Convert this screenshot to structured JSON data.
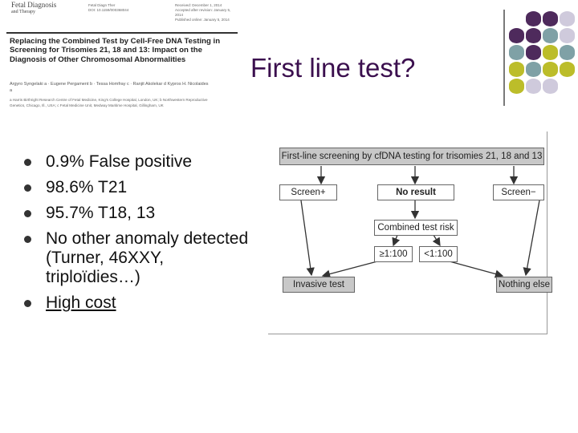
{
  "slide": {
    "title": "First line test?",
    "bullets": [
      "0.9% False positive",
      "98.6% T21",
      "95.7% T18, 13",
      "No other anomaly detected (Turner, 46XXY, triploïdies…)",
      "High cost"
    ]
  },
  "paper": {
    "journal_name": "Fetal Diagnosis",
    "journal_sub": "and Therapy",
    "meta_line1": "Fetal Diagn Ther",
    "meta_line2": "DOI: 10.1159/000368044",
    "date_line1": "Received: December 1, 2014",
    "date_line2": "Accepted after revision: January 5, 2014",
    "date_line3": "Published online: January 5, 2014",
    "title": "Replacing the Combined Test by Cell-Free DNA Testing in Screening for Trisomies 21, 18 and 13: Impact on the Diagnosis of Other Chromosomal Abnormalities",
    "authors": "Argyro Syngelaki a · Eugene Pergament b · Tessa Homfray c · Ranjit Akolekar d Kypros H. Nicolaides a",
    "affiliations": "a Harris Birthright Research Centre of Fetal Medicine, King's College Hospital, London, UK; b Northwestern Reproductive Genetics, Chicago, Ill., USA; c Fetal Medicine Unit, Medway Maritime Hospital, Gillingham, UK"
  },
  "flowchart": {
    "header": "First-line screening by cfDNA testing for trisomies 21, 18 and 13",
    "screen_pos": "Screen+",
    "no_result": "No result",
    "screen_neg": "Screen−",
    "combined_risk": "Combined test risk",
    "risk_high": "≥1:100",
    "risk_low": "<1:100",
    "invasive": "Invasive test",
    "nothing_else": "Nothing else"
  },
  "colors": {
    "title": "#3b0f4e",
    "purple": "#4e2a5c",
    "teal": "#7fa1a6",
    "olive": "#bcbd2a",
    "lilac": "#cfcadc"
  }
}
